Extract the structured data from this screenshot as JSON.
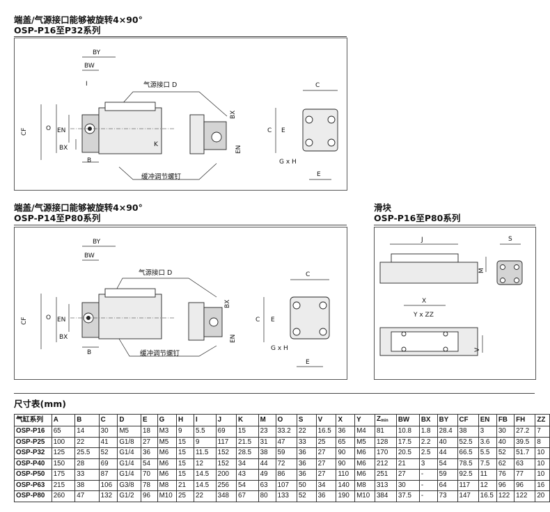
{
  "section1": {
    "title_line1": "端盖/气源接口能够被旋转4×90°",
    "title_line2": "OSP-P16至P32系列"
  },
  "section2": {
    "title_line1": "端盖/气源接口能够被旋转4×90°",
    "title_line2": "OSP-P14至P80系列"
  },
  "section3": {
    "title_line1": "滑块",
    "title_line2": "OSP-P16至P80系列"
  },
  "drawing_labels": {
    "port": "气源接口 D",
    "screw": "缓冲调节螺钉",
    "BY": "BY",
    "BW": "BW",
    "I": "I",
    "CF": "CF",
    "O": "O",
    "EN": "EN",
    "BX": "BX",
    "B": "B",
    "K": "K",
    "C": "C",
    "E": "E",
    "GxH": "G x H",
    "J": "J",
    "S": "S",
    "M": "M",
    "X": "X",
    "YxZZ": "Y x ZZ",
    "V": "V"
  },
  "table": {
    "title": "尺寸表(mm)",
    "headers": [
      "气缸系列",
      "A",
      "B",
      "C",
      "D",
      "E",
      "G",
      "H",
      "I",
      "J",
      "K",
      "M",
      "O",
      "S",
      "V",
      "X",
      "Y",
      "Z",
      "BW",
      "BX",
      "BY",
      "CF",
      "EN",
      "FB",
      "FH",
      "ZZ"
    ],
    "z_subscript": "min",
    "rows": [
      [
        "OSP-P16",
        "65",
        "14",
        "30",
        "M5",
        "18",
        "M3",
        "9",
        "5.5",
        "69",
        "15",
        "23",
        "33.2",
        "22",
        "16.5",
        "36",
        "M4",
        "81",
        "10.8",
        "1.8",
        "28.4",
        "38",
        "3",
        "30",
        "27.2",
        "7"
      ],
      [
        "OSP-P25",
        "100",
        "22",
        "41",
        "G1/8",
        "27",
        "M5",
        "15",
        "9",
        "117",
        "21.5",
        "31",
        "47",
        "33",
        "25",
        "65",
        "M5",
        "128",
        "17.5",
        "2.2",
        "40",
        "52.5",
        "3.6",
        "40",
        "39.5",
        "8"
      ],
      [
        "OSP-P32",
        "125",
        "25.5",
        "52",
        "G1/4",
        "36",
        "M6",
        "15",
        "11.5",
        "152",
        "28.5",
        "38",
        "59",
        "36",
        "27",
        "90",
        "M6",
        "170",
        "20.5",
        "2.5",
        "44",
        "66.5",
        "5.5",
        "52",
        "51.7",
        "10"
      ],
      [
        "OSP-P40",
        "150",
        "28",
        "69",
        "G1/4",
        "54",
        "M6",
        "15",
        "12",
        "152",
        "34",
        "44",
        "72",
        "36",
        "27",
        "90",
        "M6",
        "212",
        "21",
        "3",
        "54",
        "78.5",
        "7.5",
        "62",
        "63",
        "10"
      ],
      [
        "OSP-P50",
        "175",
        "33",
        "87",
        "G1/4",
        "70",
        "M6",
        "15",
        "14.5",
        "200",
        "43",
        "49",
        "86",
        "36",
        "27",
        "110",
        "M6",
        "251",
        "27",
        "-",
        "59",
        "92.5",
        "11",
        "76",
        "77",
        "10"
      ],
      [
        "OSP-P63",
        "215",
        "38",
        "106",
        "G3/8",
        "78",
        "M8",
        "21",
        "14.5",
        "256",
        "54",
        "63",
        "107",
        "50",
        "34",
        "140",
        "M8",
        "313",
        "30",
        "-",
        "64",
        "117",
        "12",
        "96",
        "96",
        "16"
      ],
      [
        "OSP-P80",
        "260",
        "47",
        "132",
        "G1/2",
        "96",
        "M10",
        "25",
        "22",
        "348",
        "67",
        "80",
        "133",
        "52",
        "36",
        "190",
        "M10",
        "384",
        "37.5",
        "-",
        "73",
        "147",
        "16.5",
        "122",
        "122",
        "20"
      ]
    ]
  }
}
